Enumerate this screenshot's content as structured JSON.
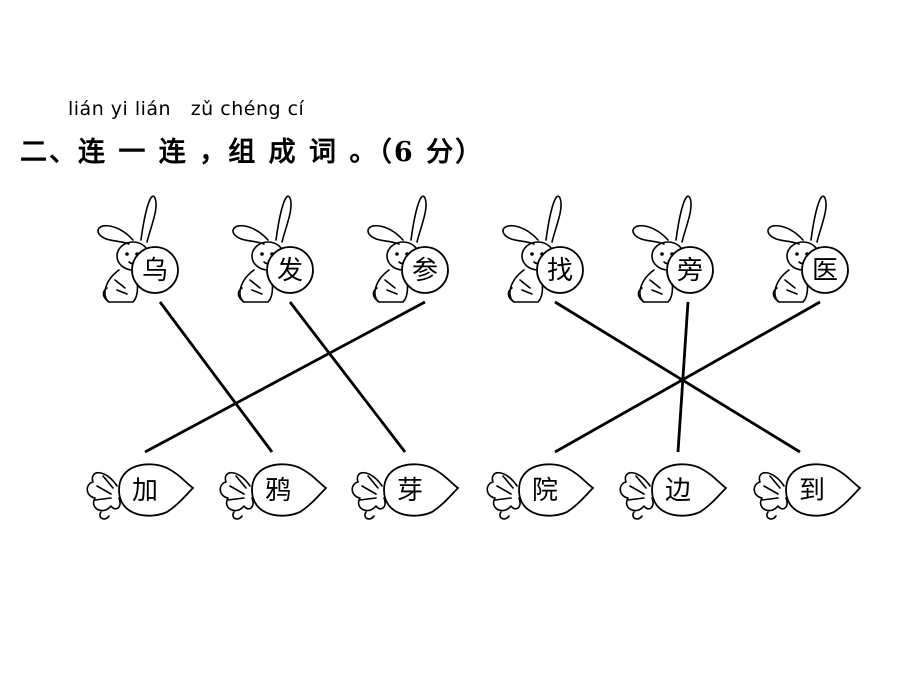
{
  "exercise": {
    "pinyin": "lián yi lián   zǔ chéng cí",
    "question": "二、连 一 连 ，组  成  词 。（6 分）"
  },
  "rabbits": [
    {
      "char": "乌"
    },
    {
      "char": "发"
    },
    {
      "char": "参"
    },
    {
      "char": "找"
    },
    {
      "char": "旁"
    },
    {
      "char": "医"
    }
  ],
  "radishes": [
    {
      "char": "加"
    },
    {
      "char": "鸦"
    },
    {
      "char": "芽"
    },
    {
      "char": "院"
    },
    {
      "char": "边"
    },
    {
      "char": "到"
    }
  ],
  "connections": [
    [
      0,
      1
    ],
    [
      1,
      2
    ],
    [
      2,
      0
    ],
    [
      3,
      5
    ],
    [
      4,
      4
    ],
    [
      5,
      3
    ]
  ]
}
